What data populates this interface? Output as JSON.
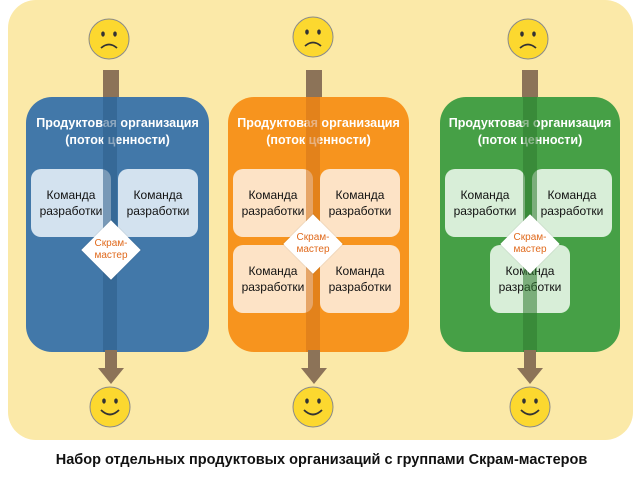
{
  "caption": "Набор отдельных продуктовых организаций с группами Скрам-мастеров",
  "colors": {
    "background": "#fbe9a8",
    "blue_org": "#4278a9",
    "orange_org": "#f7941e",
    "green_org": "#46a046",
    "arrow": "#8c7358",
    "scrum_master_text": "#e06a1d",
    "face": "#fcd82f"
  },
  "organizations": [
    {
      "title_line1": "Продуктовая организация",
      "title_line2": "(поток ценности)",
      "teams": [
        {
          "line1": "Команда",
          "line2": "разработки"
        },
        {
          "line1": "Команда",
          "line2": "разработки"
        }
      ],
      "scrum_master": {
        "line1": "Скрам-",
        "line2": "мастер"
      }
    },
    {
      "title_line1": "Продуктовая организация",
      "title_line2": "(поток ценности)",
      "teams": [
        {
          "line1": "Команда",
          "line2": "разработки"
        },
        {
          "line1": "Команда",
          "line2": "разработки"
        },
        {
          "line1": "Команда",
          "line2": "разработки"
        },
        {
          "line1": "Команда",
          "line2": "разработки"
        }
      ],
      "scrum_master": {
        "line1": "Скрам-",
        "line2": "мастер"
      }
    },
    {
      "title_line1": "Продуктовая организация",
      "title_line2": "(поток ценности)",
      "teams": [
        {
          "line1": "Команда",
          "line2": "разработки"
        },
        {
          "line1": "Команда",
          "line2": "разработки"
        },
        {
          "line1": "Команда",
          "line2": "разработки"
        }
      ],
      "scrum_master": {
        "line1": "Скрам-",
        "line2": "мастер"
      }
    }
  ],
  "icons": {
    "top": "sad-face-icon",
    "bottom": "happy-face-icon"
  }
}
